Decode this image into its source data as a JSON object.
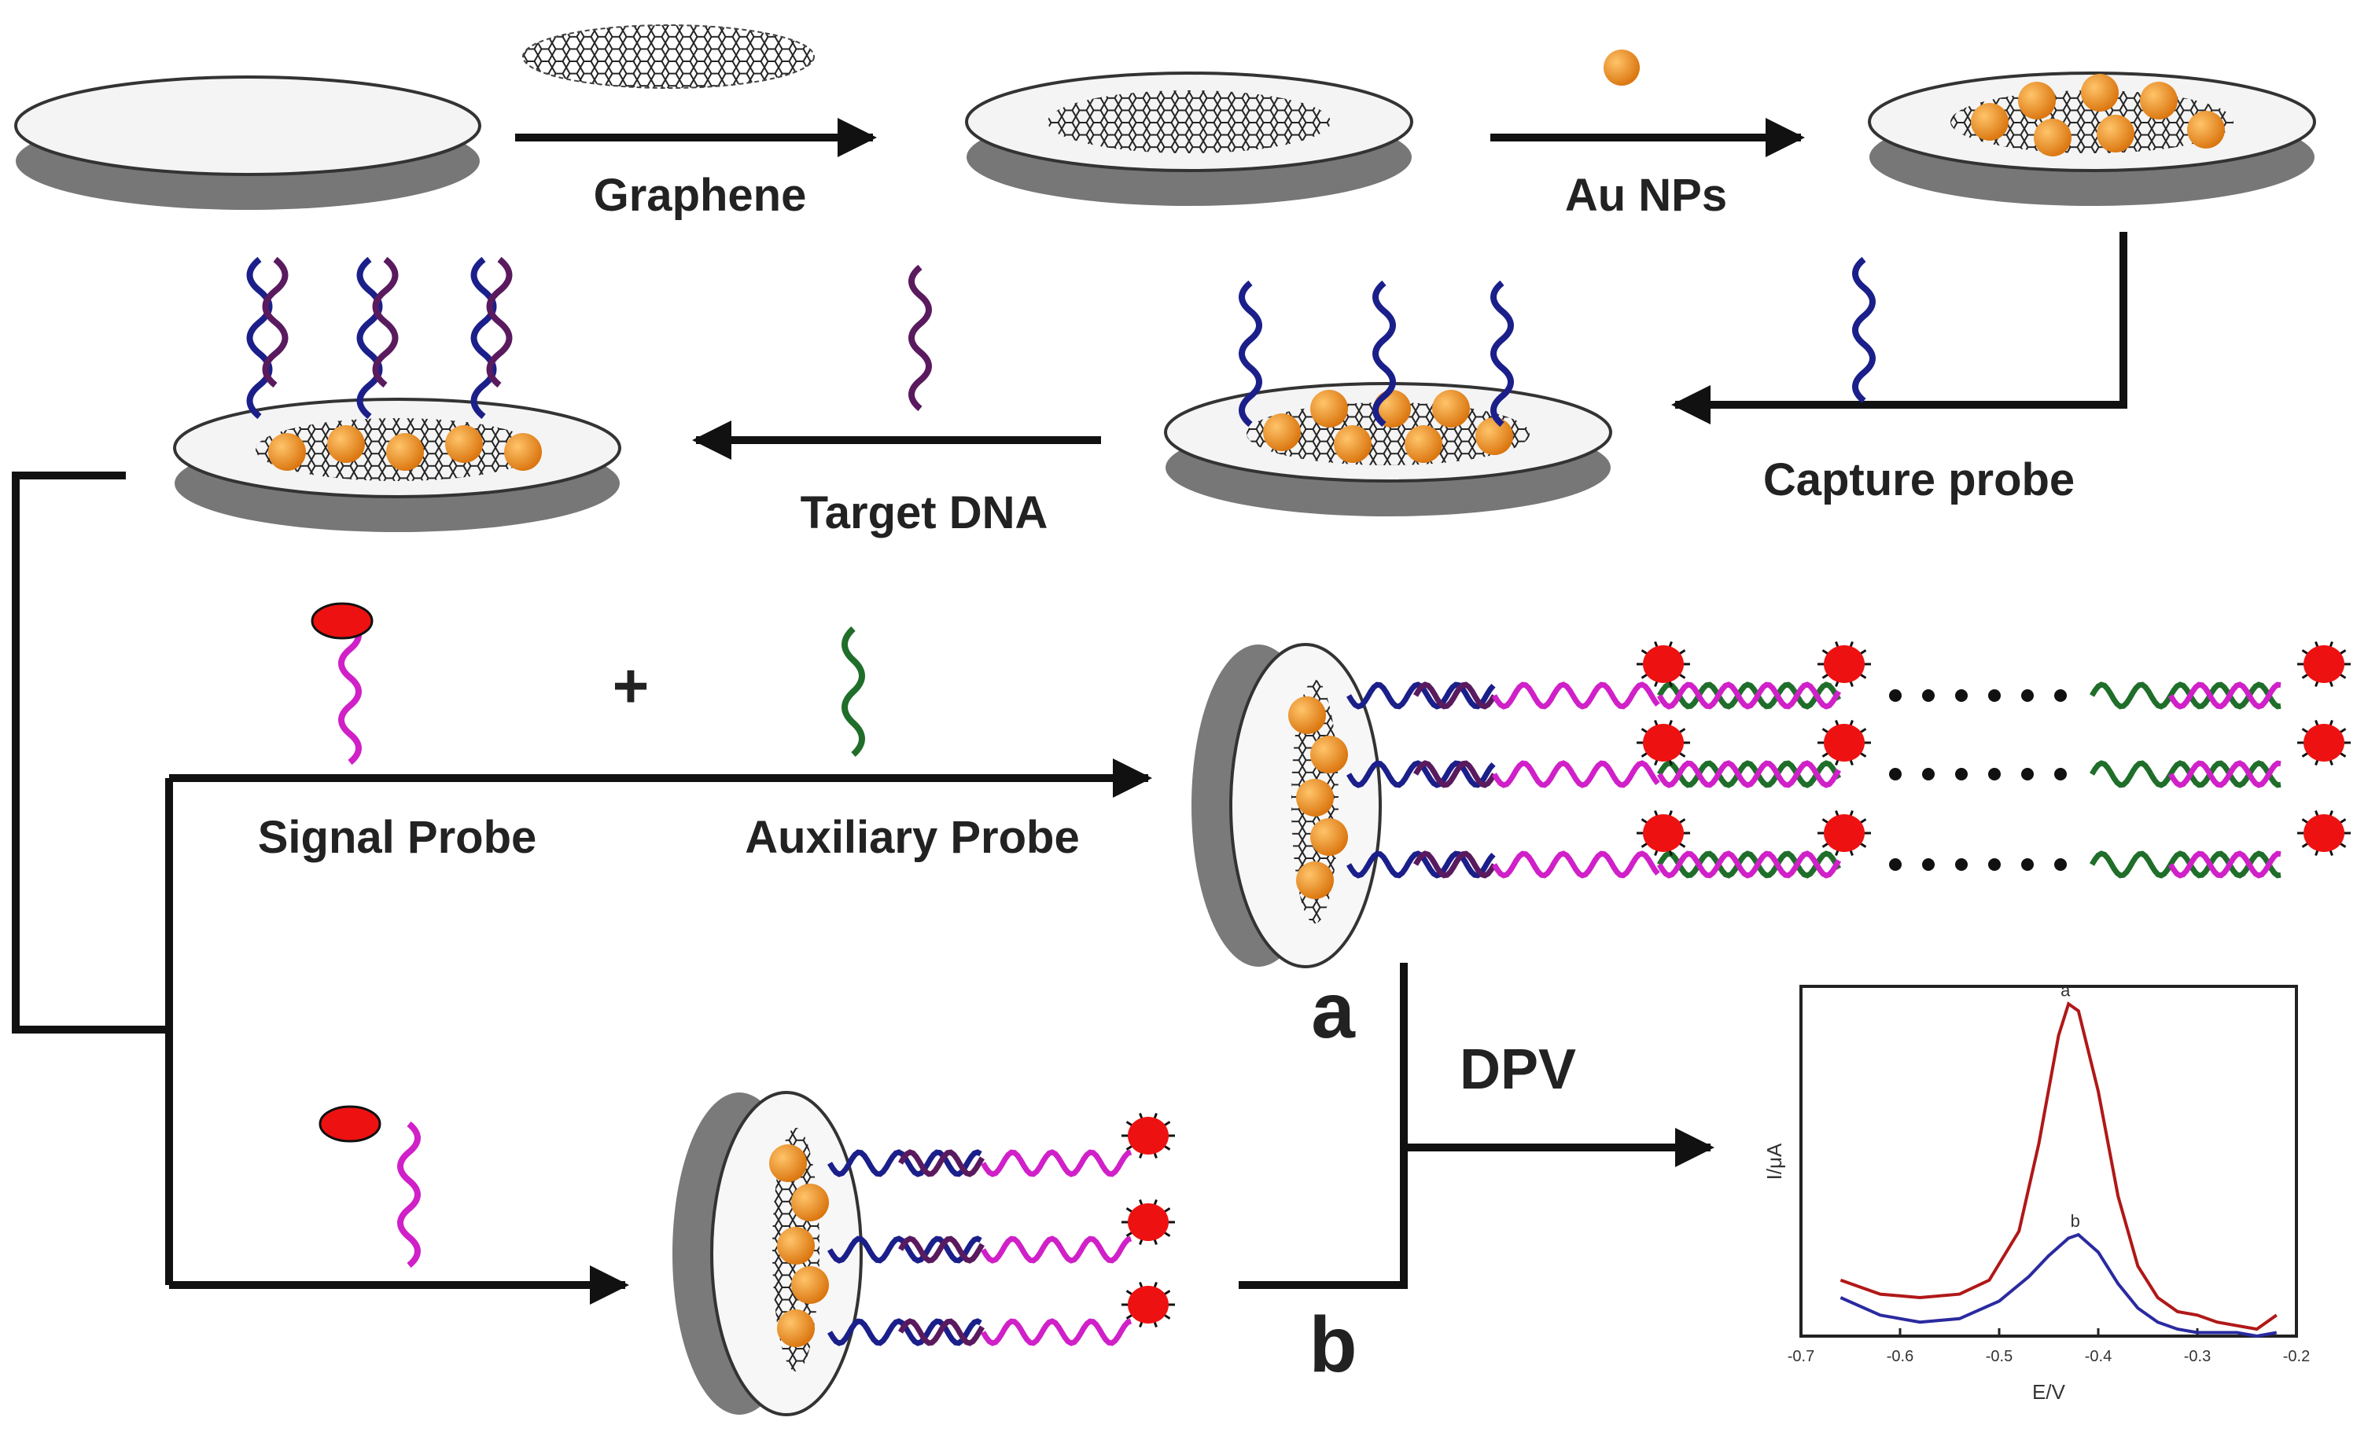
{
  "labels": {
    "graphene": "Graphene",
    "au_nps": "Au NPs",
    "capture_probe": "Capture probe",
    "target_dna": "Target DNA",
    "signal_probe": "Signal Probe",
    "plus": "+",
    "auxiliary_probe": "Auxiliary Probe",
    "branch_a": "a",
    "branch_b": "b",
    "dpv": "DPV"
  },
  "colors": {
    "capture_strand": "#1b1f8a",
    "target_strand": "#5a1a5e",
    "signal_strand": "#d020c8",
    "auxiliary_strand": "#1f6e2a",
    "gold_np": "#e8861a",
    "label_tag": "#ee1111",
    "curve_a": "#b01818",
    "curve_b": "#2a2aa0",
    "arrow": "#111111"
  },
  "chart_data": {
    "type": "line",
    "xlabel": "E/V",
    "ylabel": "I/μA",
    "xlim": [
      -0.7,
      -0.2
    ],
    "x_ticks": [
      "-0.7",
      "-0.6",
      "-0.5",
      "-0.4",
      "-0.3",
      "-0.2"
    ],
    "series": [
      {
        "name": "a",
        "x": [
          -0.66,
          -0.62,
          -0.58,
          -0.54,
          -0.51,
          -0.48,
          -0.46,
          -0.44,
          -0.43,
          -0.42,
          -0.4,
          -0.38,
          -0.36,
          -0.34,
          -0.32,
          -0.3,
          -0.28,
          -0.26,
          -0.24,
          -0.22
        ],
        "y": [
          0.16,
          0.12,
          0.11,
          0.12,
          0.16,
          0.3,
          0.55,
          0.86,
          0.95,
          0.93,
          0.7,
          0.4,
          0.2,
          0.11,
          0.07,
          0.06,
          0.04,
          0.03,
          0.02,
          0.06
        ]
      },
      {
        "name": "b",
        "x": [
          -0.66,
          -0.62,
          -0.58,
          -0.54,
          -0.5,
          -0.47,
          -0.45,
          -0.43,
          -0.42,
          -0.4,
          -0.38,
          -0.36,
          -0.34,
          -0.32,
          -0.3,
          -0.28,
          -0.26,
          -0.24,
          -0.22
        ],
        "y": [
          0.11,
          0.06,
          0.04,
          0.05,
          0.1,
          0.17,
          0.23,
          0.28,
          0.29,
          0.24,
          0.15,
          0.08,
          0.04,
          0.02,
          0.01,
          0.01,
          0.01,
          0.0,
          0.01
        ]
      }
    ]
  }
}
